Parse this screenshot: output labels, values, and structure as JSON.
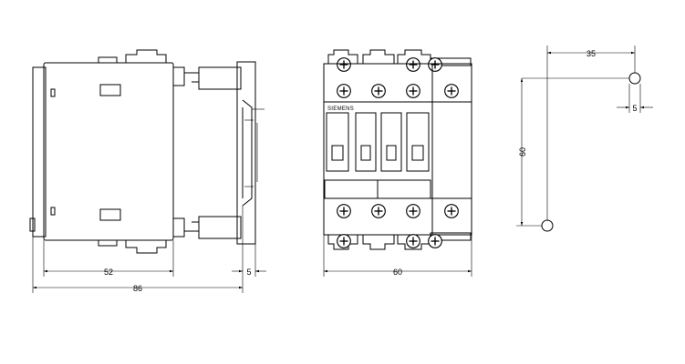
{
  "drawing": {
    "side_view": {
      "dimensions": {
        "body_width": "52",
        "rail_offset": "5",
        "overall_depth": "86"
      }
    },
    "front_view": {
      "brand": "SIEMENS",
      "dimensions": {
        "overall_width": "60"
      }
    },
    "mounting_view": {
      "dimensions": {
        "hole_horizontal": "35",
        "hole_offset": "5",
        "hole_vertical": "60"
      }
    }
  }
}
